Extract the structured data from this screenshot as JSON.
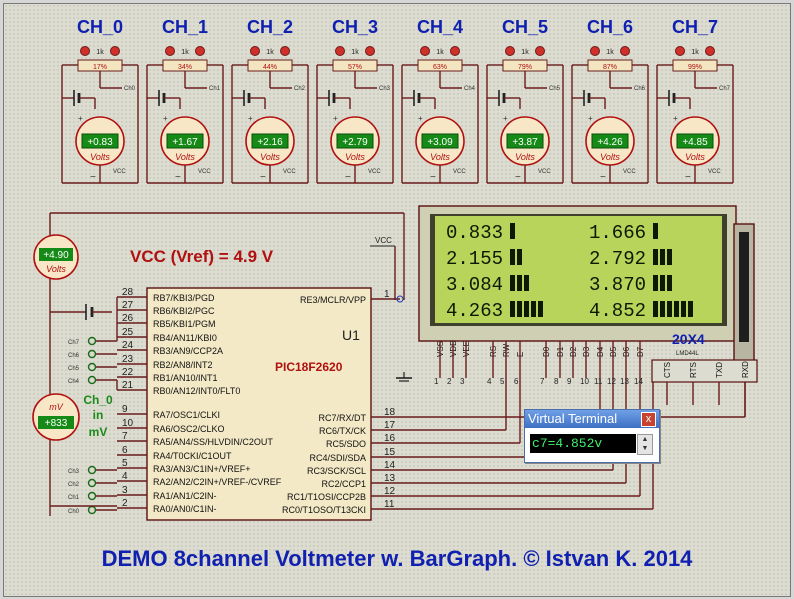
{
  "channels": [
    {
      "label": "CH_0",
      "pot": "17%",
      "meter": "+0.83",
      "net": "Ch0"
    },
    {
      "label": "CH_1",
      "pot": "34%",
      "meter": "+1.67",
      "net": "Ch1"
    },
    {
      "label": "CH_2",
      "pot": "44%",
      "meter": "+2.16",
      "net": "Ch2"
    },
    {
      "label": "CH_3",
      "pot": "57%",
      "meter": "+2.79",
      "net": "Ch3"
    },
    {
      "label": "CH_4",
      "pot": "63%",
      "meter": "+3.09",
      "net": "Ch4"
    },
    {
      "label": "CH_5",
      "pot": "79%",
      "meter": "+3.87",
      "net": "Ch5"
    },
    {
      "label": "CH_6",
      "pot": "87%",
      "meter": "+4.26",
      "net": "Ch6"
    },
    {
      "label": "CH_7",
      "pot": "99%",
      "meter": "+4.85",
      "net": "Ch7"
    }
  ],
  "pot_value": "1k",
  "meter_unit": "Volts",
  "vcc_label": "VCC",
  "vcc_title": "VCC (Vref) = 4.9 V",
  "vcc_meter": {
    "value": "+4.90",
    "unit": "Volts"
  },
  "mv_meter": {
    "value": "+833",
    "unit": "mV",
    "caption_line1": "Ch_0",
    "caption_line2": "in",
    "caption_line3": "mV"
  },
  "mcu": {
    "ref": "U1",
    "part": "PIC18F2620",
    "left_pins": [
      {
        "num": "28",
        "name": "RB7/KBI3/PGD"
      },
      {
        "num": "27",
        "name": "RB6/KBI2/PGC"
      },
      {
        "num": "26",
        "name": "RB5/KBI1/PGM"
      },
      {
        "num": "25",
        "name": "RB4/AN11/KBI0"
      },
      {
        "num": "24",
        "name": "RB3/AN9/CCP2A"
      },
      {
        "num": "23",
        "name": "RB2/AN8/INT2"
      },
      {
        "num": "22",
        "name": "RB1/AN10/INT1"
      },
      {
        "num": "21",
        "name": "RB0/AN12/INT0/FLT0"
      },
      {
        "num": "9",
        "name": "RA7/OSC1/CLKI"
      },
      {
        "num": "10",
        "name": "RA6/OSC2/CLKO"
      },
      {
        "num": "7",
        "name": "RA5/AN4/SS/HLVDIN/C2OUT"
      },
      {
        "num": "6",
        "name": "RA4/T0CKI/C1OUT"
      },
      {
        "num": "5",
        "name": "RA3/AN3/C1IN+/VREF+"
      },
      {
        "num": "4",
        "name": "RA2/AN2/C2IN+/VREF-/CVREF"
      },
      {
        "num": "3",
        "name": "RA1/AN1/C2IN-"
      },
      {
        "num": "2",
        "name": "RA0/AN0/C1IN-"
      }
    ],
    "right_pins": [
      {
        "num": "1",
        "name": "RE3/MCLR/VPP"
      },
      {
        "num": "18",
        "name": "RC7/RX/DT"
      },
      {
        "num": "17",
        "name": "RC6/TX/CK"
      },
      {
        "num": "16",
        "name": "RC5/SDO"
      },
      {
        "num": "15",
        "name": "RC4/SDI/SDA"
      },
      {
        "num": "14",
        "name": "RC3/SCK/SCL"
      },
      {
        "num": "13",
        "name": "RC2/CCP1"
      },
      {
        "num": "12",
        "name": "RC1/T1OSI/CCP2B"
      },
      {
        "num": "11",
        "name": "RC0/T1OSO/T13CKI"
      }
    ],
    "left_nets": [
      "Ch7",
      "Ch6",
      "Ch5",
      "Ch4",
      "Ch3",
      "Ch2",
      "Ch1",
      "Ch0"
    ]
  },
  "lcd": {
    "rows": [
      [
        "0.833",
        "1.666"
      ],
      [
        "2.155",
        "2.792"
      ],
      [
        "3.084",
        "3.870"
      ],
      [
        "4.263",
        "4.852"
      ]
    ],
    "bars": [
      [
        1,
        1
      ],
      [
        2,
        3
      ],
      [
        3,
        3
      ],
      [
        5,
        6
      ]
    ],
    "size_label": "20X4",
    "model": "LMD44L",
    "pins": [
      "VSS",
      "VDD",
      "VEE",
      "RS",
      "RW",
      "E",
      "D0",
      "D1",
      "D2",
      "D3",
      "D4",
      "D5",
      "D6",
      "D7"
    ],
    "pin_nums": [
      "1",
      "2",
      "3",
      "4",
      "5",
      "6",
      "7",
      "8",
      "9",
      "10",
      "11",
      "12",
      "13",
      "14"
    ],
    "lcd_bg": "#b8d45a",
    "lcd_fg": "#0c1a04"
  },
  "terminal": {
    "title": "Virtual Terminal",
    "close": "x",
    "text": "c7=4.852v",
    "pins": [
      "CTS",
      "RTS",
      "TXD",
      "RXD"
    ]
  },
  "footer": "DEMO 8channel Voltmeter w. BarGraph. © Istvan K. 2014",
  "colors": {
    "wire": "#6b1c1c",
    "title_blue": "#1020b0",
    "part_red": "#b01010",
    "meter_green": "#1a8a1a",
    "label_red": "#b01010"
  }
}
